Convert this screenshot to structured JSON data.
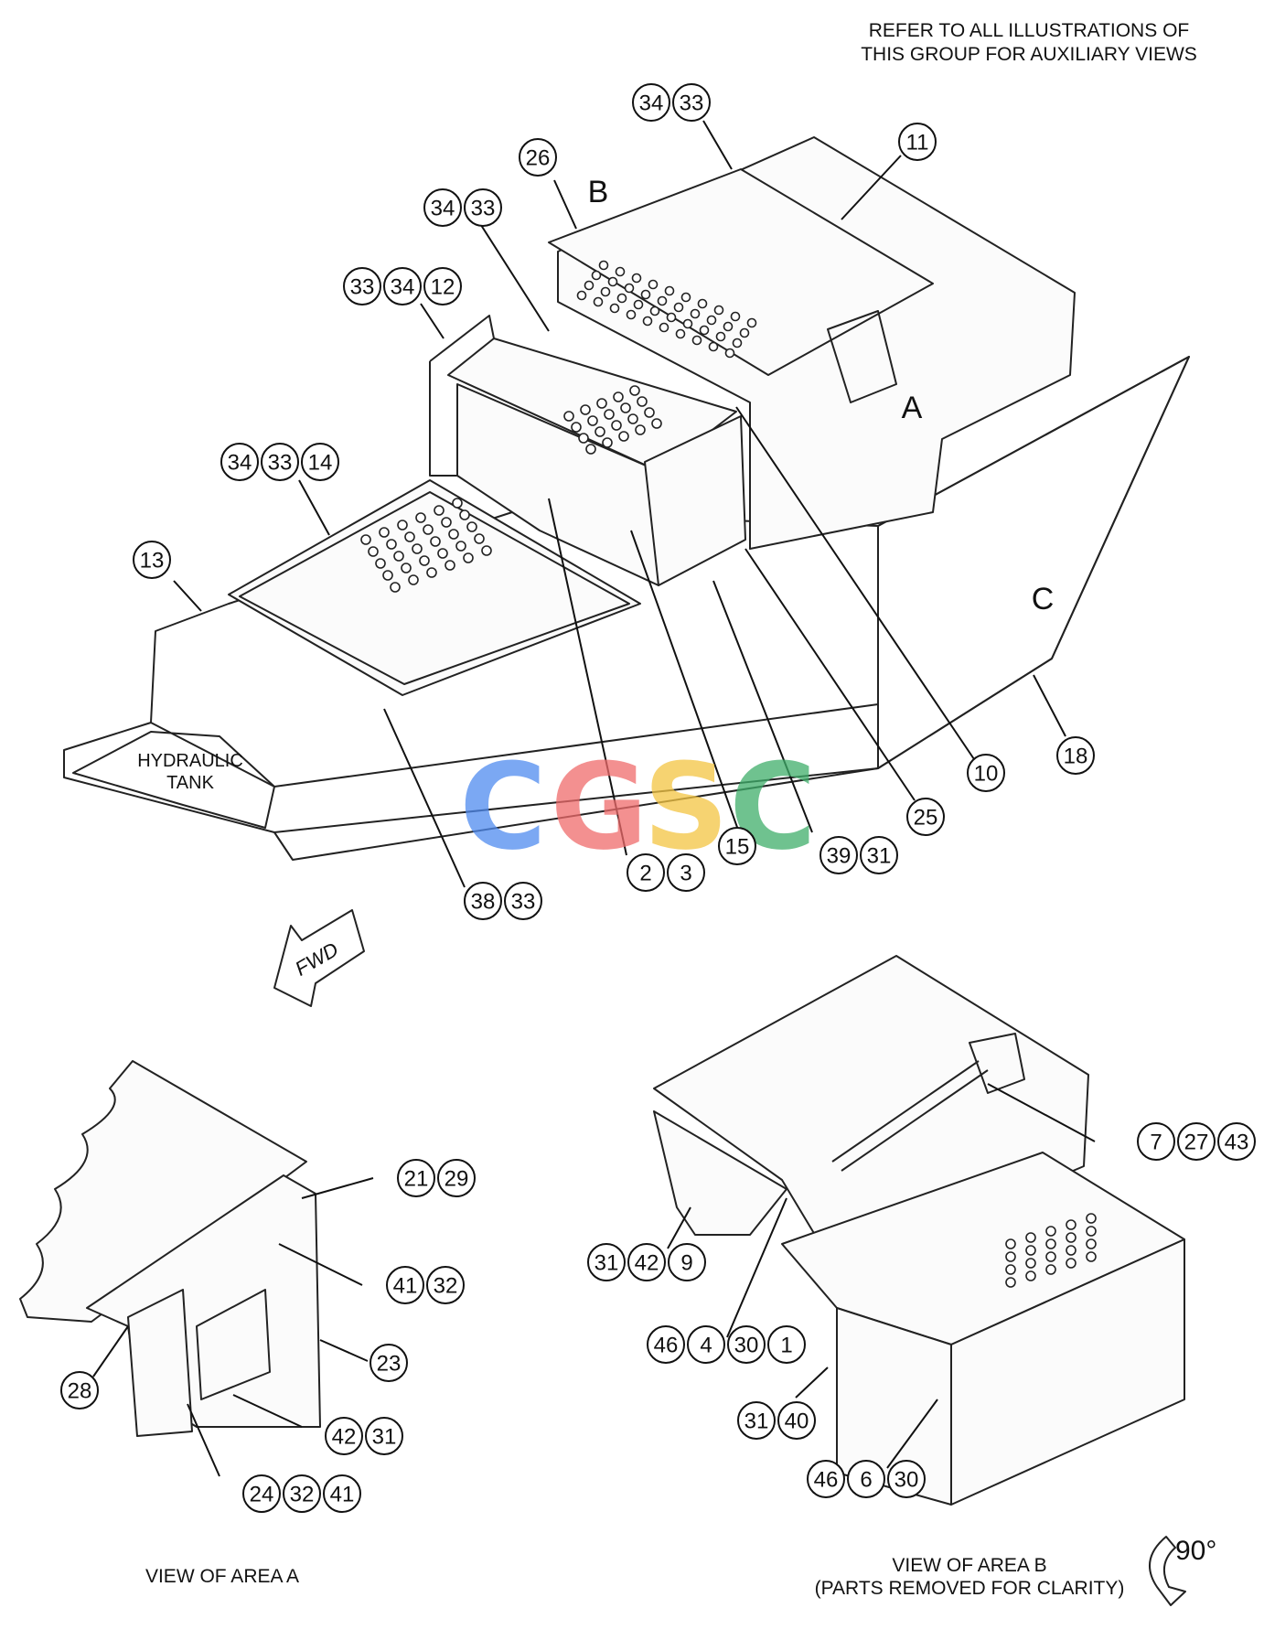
{
  "header_note": [
    "REFER TO ALL ILLUSTRATIONS OF",
    "THIS GROUP FOR AUXILIARY VIEWS"
  ],
  "area_labels": [
    "A",
    "B",
    "C"
  ],
  "tank_label": [
    "HYDRAULIC",
    "TANK"
  ],
  "fwd_label": "FWD",
  "rotation_label": "90°",
  "view_a_caption": "VIEW OF AREA A",
  "view_b_caption": [
    "VIEW OF AREA B",
    "(PARTS REMOVED FOR CLARITY)"
  ],
  "watermark": {
    "letters": [
      "C",
      "G",
      "S",
      "C"
    ],
    "colors": [
      "#4f8bf0",
      "#ef6b6b",
      "#f4c542",
      "#3fae6a"
    ]
  },
  "callout_groups": [
    {
      "id": "g-34-33-top",
      "numbers": [
        "34",
        "33"
      ]
    },
    {
      "id": "g-11",
      "numbers": [
        "11"
      ]
    },
    {
      "id": "g-26",
      "numbers": [
        "26"
      ]
    },
    {
      "id": "g-34-33-mid",
      "numbers": [
        "34",
        "33"
      ]
    },
    {
      "id": "g-33-34-12",
      "numbers": [
        "33",
        "34",
        "12"
      ]
    },
    {
      "id": "g-34-33-14",
      "numbers": [
        "34",
        "33",
        "14"
      ]
    },
    {
      "id": "g-13",
      "numbers": [
        "13"
      ]
    },
    {
      "id": "g-10",
      "numbers": [
        "10"
      ]
    },
    {
      "id": "g-18",
      "numbers": [
        "18"
      ]
    },
    {
      "id": "g-25",
      "numbers": [
        "25"
      ]
    },
    {
      "id": "g-15",
      "numbers": [
        "15"
      ]
    },
    {
      "id": "g-39-31",
      "numbers": [
        "39",
        "31"
      ]
    },
    {
      "id": "g-2-3",
      "numbers": [
        "2",
        "3"
      ]
    },
    {
      "id": "g-38-33",
      "numbers": [
        "38",
        "33"
      ]
    },
    {
      "id": "g-21-29",
      "numbers": [
        "21",
        "29"
      ]
    },
    {
      "id": "g-41-32",
      "numbers": [
        "41",
        "32"
      ]
    },
    {
      "id": "g-23",
      "numbers": [
        "23"
      ]
    },
    {
      "id": "g-28",
      "numbers": [
        "28"
      ]
    },
    {
      "id": "g-42-31",
      "numbers": [
        "42",
        "31"
      ]
    },
    {
      "id": "g-24-32-41",
      "numbers": [
        "24",
        "32",
        "41"
      ]
    },
    {
      "id": "g-7-27-43",
      "numbers": [
        "7",
        "27",
        "43"
      ]
    },
    {
      "id": "g-31-42-9",
      "numbers": [
        "31",
        "42",
        "9"
      ]
    },
    {
      "id": "g-46-4-30-1",
      "numbers": [
        "46",
        "4",
        "30",
        "1"
      ]
    },
    {
      "id": "g-31-40",
      "numbers": [
        "31",
        "40"
      ]
    },
    {
      "id": "g-46-6-30",
      "numbers": [
        "46",
        "6",
        "30"
      ]
    }
  ]
}
